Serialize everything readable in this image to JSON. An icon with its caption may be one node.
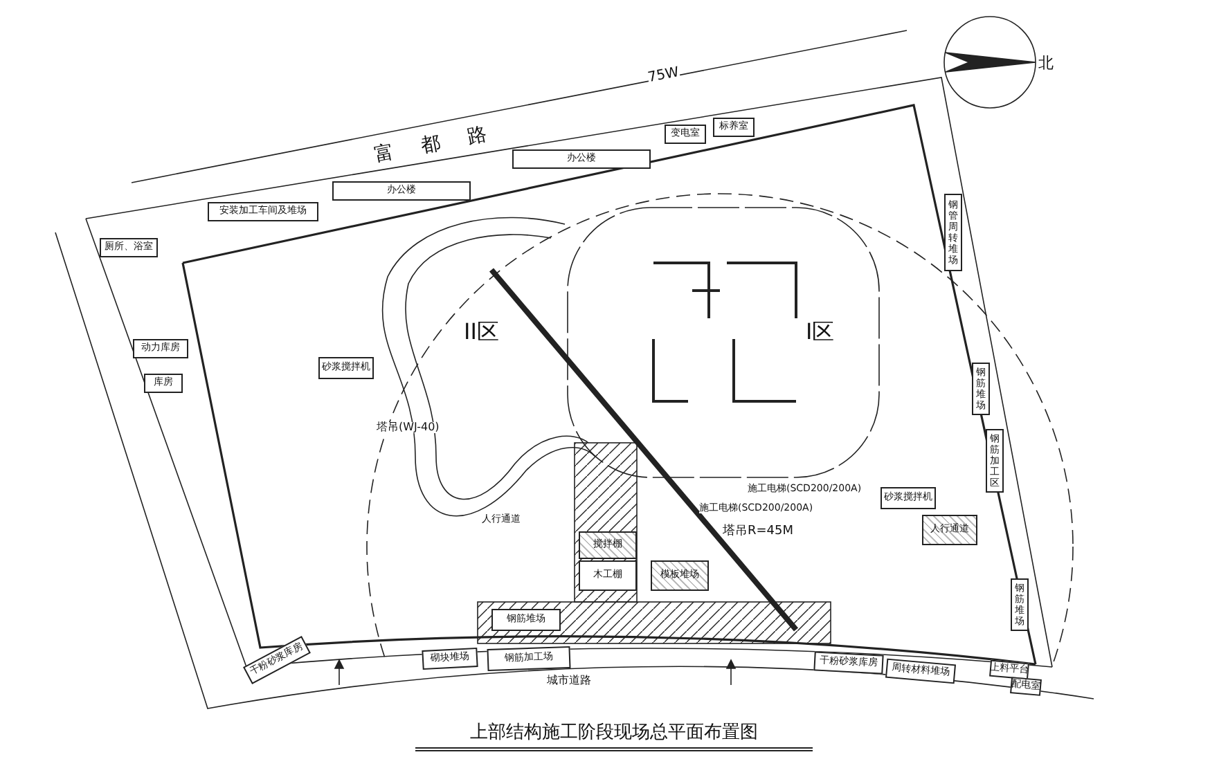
{
  "diagram": {
    "caption": "上部结构施工阶段现场总平面布置图",
    "nodes": [
      {
        "text": [
          "厕所、浴室"
        ]
      },
      {
        "text": [
          "安装加工车间及堆场"
        ]
      },
      {
        "text": [
          "办公楼"
        ]
      },
      {
        "text": [
          "办公楼"
        ]
      },
      {
        "text": [
          "变电室"
        ]
      },
      {
        "text": [
          "标养室"
        ]
      },
      {
        "text": [
          "钢管周转堆场"
        ]
      },
      {
        "text": [
          "钢筋堆场"
        ]
      },
      {
        "text": [
          "钢筋加工区"
        ]
      },
      {
        "text": [
          "钢筋堆场"
        ]
      },
      {
        "text": [
          "动力库房"
        ]
      },
      {
        "text": [
          "库房"
        ]
      },
      {
        "text": [
          "砂浆搅拌机"
        ]
      },
      {
        "text": [
          "砂浆搅拌机"
        ]
      },
      {
        "text": [
          "搅拌棚"
        ]
      },
      {
        "text": [
          "木工棚"
        ]
      },
      {
        "text": [
          "模板堆场"
        ]
      },
      {
        "text": [
          "人行通道"
        ]
      },
      {
        "text": [
          "钢筋堆场"
        ]
      },
      {
        "text": [
          "钢筋加工场"
        ]
      },
      {
        "text": [
          "砌块堆场"
        ]
      },
      {
        "text": [
          "干粉砂浆库房"
        ]
      },
      {
        "text": [
          "干粉砂浆库房"
        ]
      },
      {
        "text": [
          "周转材料堆场"
        ]
      },
      {
        "text": [
          "上料平台"
        ]
      },
      {
        "text": [
          "配电室"
        ]
      }
    ],
    "labels": [
      "富都路",
      "75W",
      "北",
      "II区",
      "I区",
      "塔吊(WJ-40)",
      "人行通道",
      "施工电梯(SCD200/200A)",
      "施工电梯(SCD200/200A)",
      "塔吊R=45M",
      "城市道路"
    ]
  }
}
